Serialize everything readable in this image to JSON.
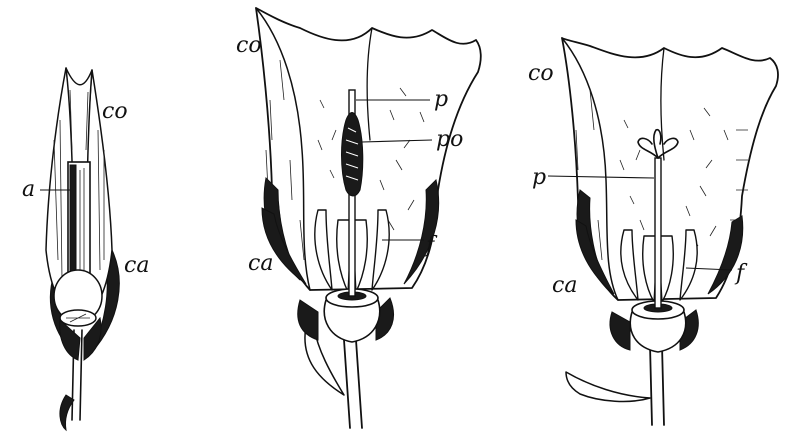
{
  "figures": [
    {
      "id": "bud",
      "labels": {
        "corolla": "co",
        "anther": "a",
        "calyx": "ca"
      }
    },
    {
      "id": "flower-pollen-stage",
      "labels": {
        "corolla": "co",
        "pistil": "p",
        "pollen": "po",
        "filament": "f",
        "calyx": "ca"
      }
    },
    {
      "id": "flower-stigma-open",
      "labels": {
        "corolla": "co",
        "pistil": "p",
        "filament": "f",
        "calyx": "ca"
      }
    }
  ]
}
